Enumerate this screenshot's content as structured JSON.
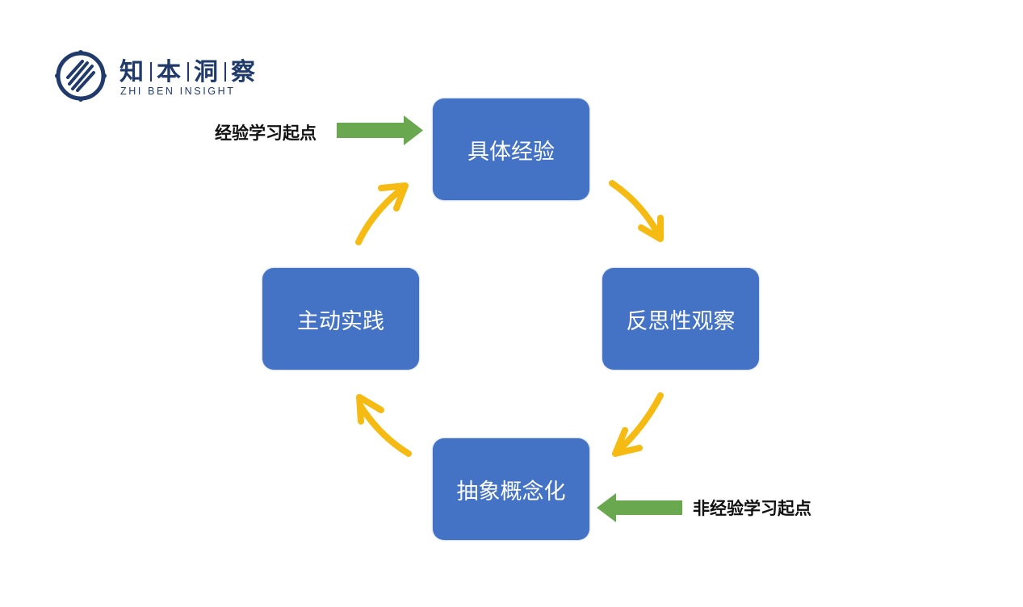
{
  "logo": {
    "chars": [
      "知",
      "本",
      "洞",
      "察"
    ],
    "subtitle": "ZHI BEN INSIGHT",
    "color": "#1f3a6b"
  },
  "diagram": {
    "title": "Kolb experiential learning cycle",
    "box_color": "#4472c4",
    "cycle_arrow_color": "#f5bb12",
    "entry_arrow_color": "#6aa84f",
    "stages": [
      {
        "id": "top",
        "label": "具体经验"
      },
      {
        "id": "right",
        "label": "反思性观察"
      },
      {
        "id": "bottom",
        "label": "抽象概念化"
      },
      {
        "id": "left",
        "label": "主动实践"
      }
    ],
    "entry_points": [
      {
        "label": "经验学习起点",
        "target": "具体经验",
        "direction": "right"
      },
      {
        "label": "非经验学习起点",
        "target": "抽象概念化",
        "direction": "left"
      }
    ]
  }
}
